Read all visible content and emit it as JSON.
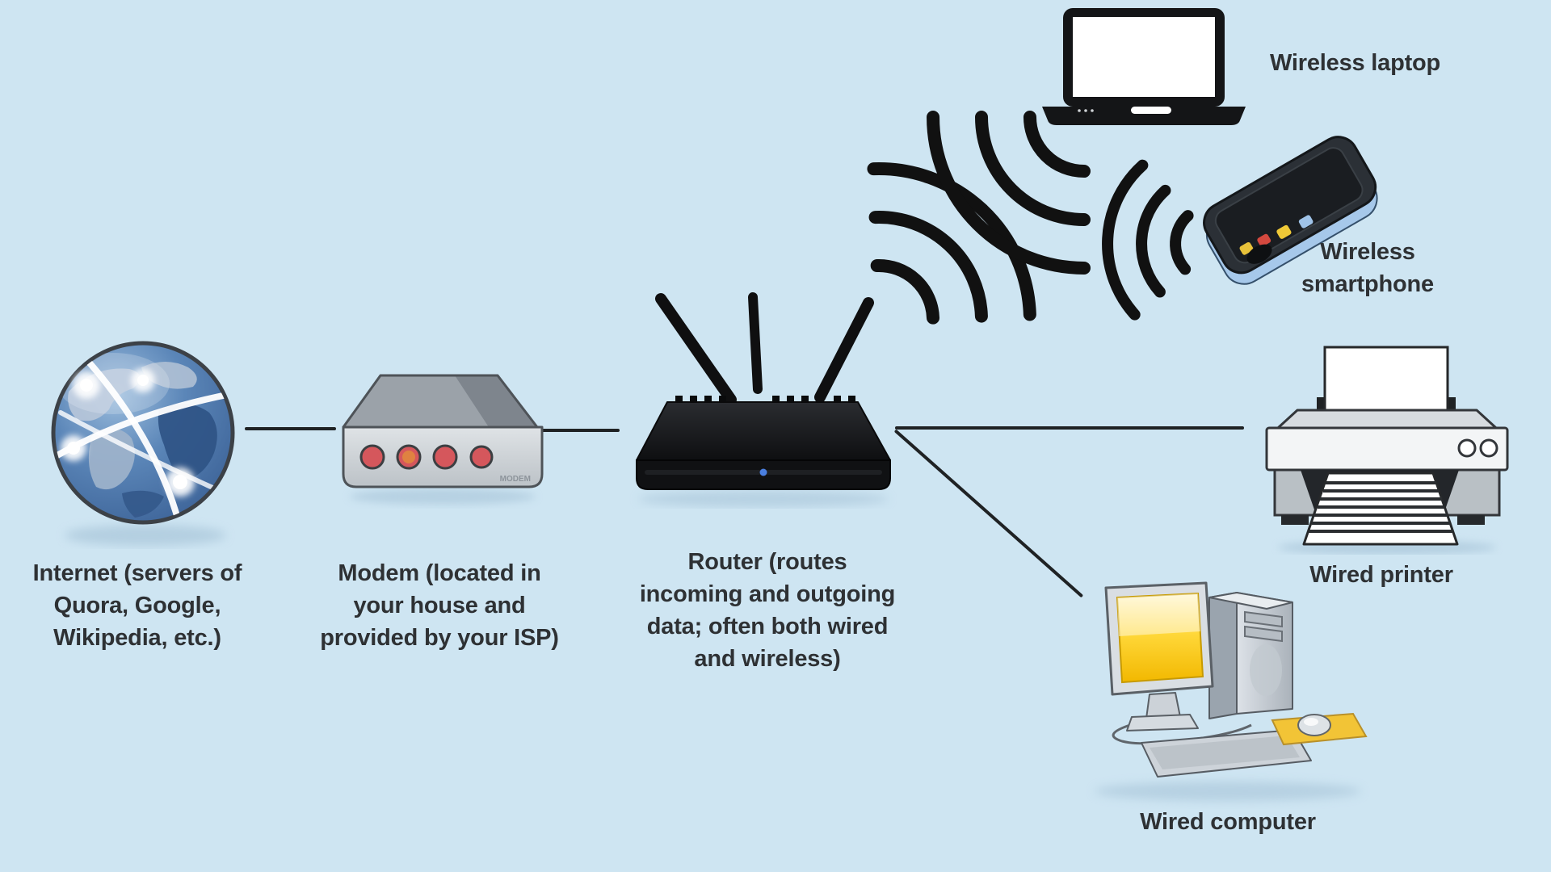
{
  "canvas": {
    "background_color": "#cee5f2",
    "label_text_color": "#2e3134",
    "line_color": "#1f2224"
  },
  "labels": {
    "internet": "Internet (servers of\nQuora, Google,\nWikipedia, etc.)",
    "modem": "Modem (located in\nyour house and\nprovided by your ISP)",
    "router": "Router (routes\nincoming and outgoing\ndata; often both wired\nand wireless)",
    "laptop": "Wireless laptop",
    "smartphone": "Wireless\nsmartphone",
    "printer": "Wired printer",
    "computer": "Wired computer"
  },
  "device_text": {
    "modem_badge": "MODEM"
  },
  "device_colors": {
    "globe_ocean": "#4a76a8",
    "globe_land": "#b7c6da",
    "modem_body": "#ccd1d5",
    "modem_light": "#d5575c",
    "router_body": "#111214",
    "router_led": "#4a7fe0",
    "laptop_body": "#141517",
    "laptop_screen": "#ffffff",
    "phone_body": "#2b3036",
    "phone_underside": "#a6c8ea",
    "printer_body": "#f3f5f6",
    "computer_screen_yellow": "#ffd200",
    "mousepad_yellow": "#f2c436",
    "wifi_arc": "#111111"
  },
  "connections": [
    {
      "from": "internet",
      "to": "modem",
      "type": "wired"
    },
    {
      "from": "modem",
      "to": "router",
      "type": "wired"
    },
    {
      "from": "router",
      "to": "printer",
      "type": "wired"
    },
    {
      "from": "router",
      "to": "computer",
      "type": "wired"
    },
    {
      "from": "router",
      "to": "laptop",
      "type": "wireless"
    },
    {
      "from": "router",
      "to": "smartphone",
      "type": "wireless"
    }
  ]
}
